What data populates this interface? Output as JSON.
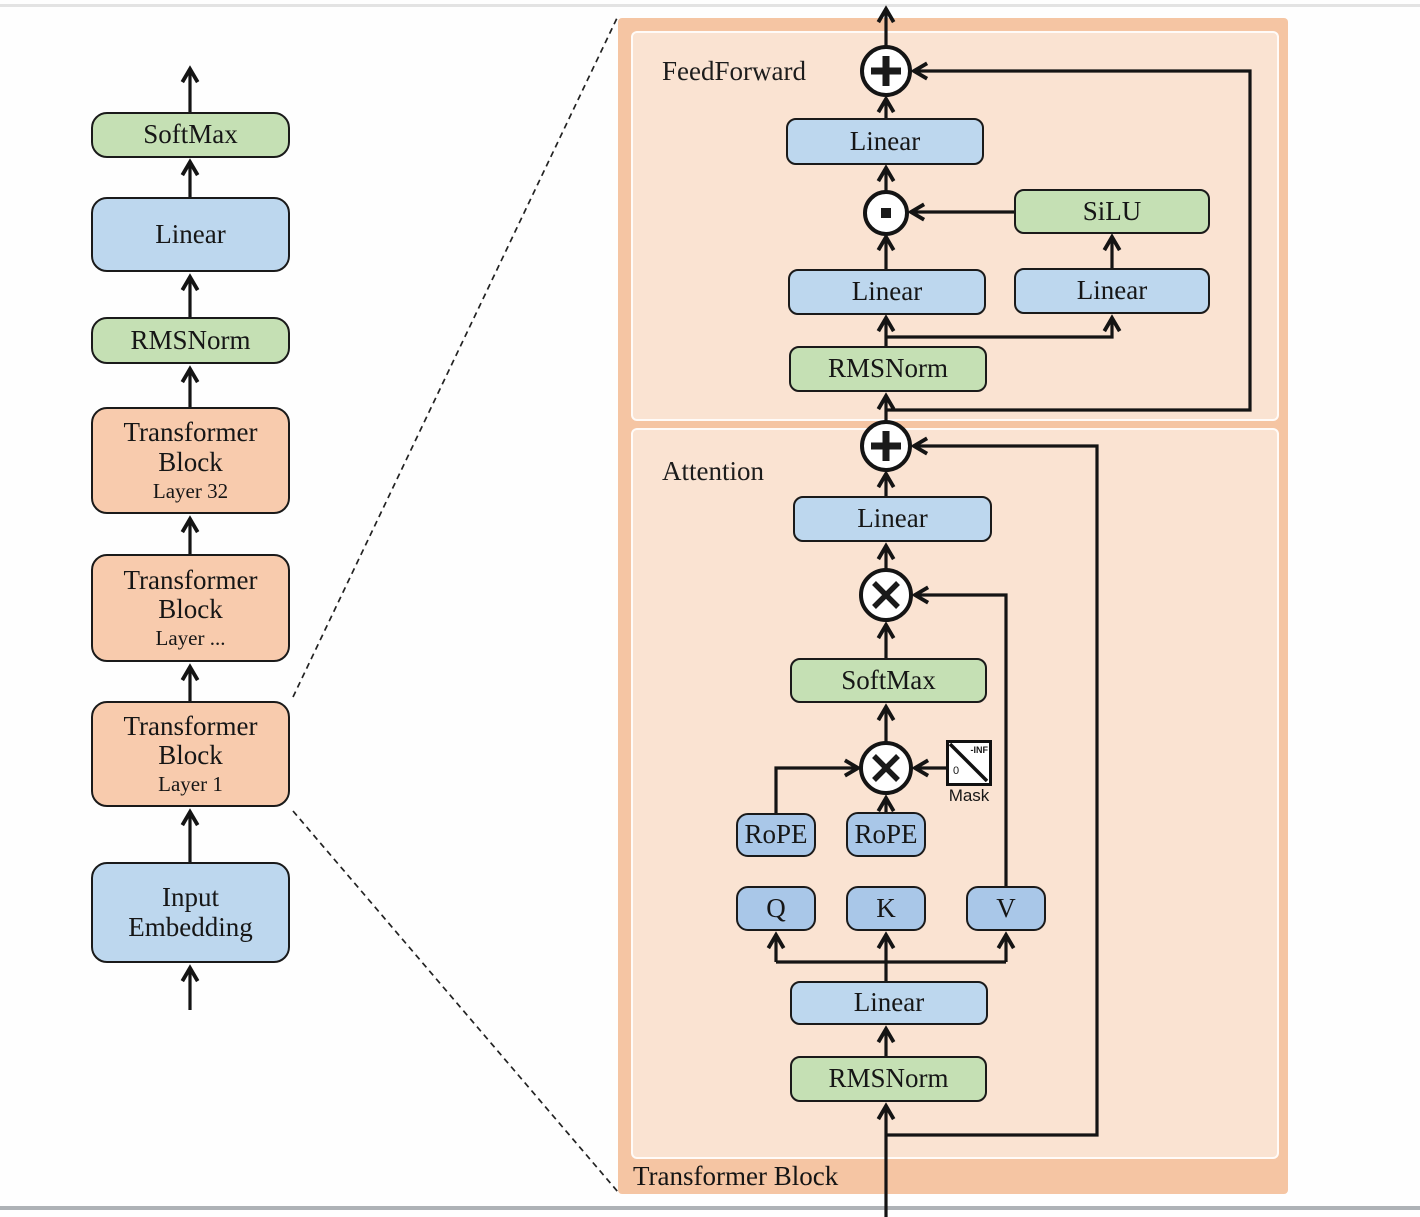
{
  "colors": {
    "block_orange": "#f8cbad",
    "panel_orange": "#f5c5a3",
    "panel_inner_peach": "#fae3d2",
    "block_blue": "#bdd7ee",
    "block_blue_dark": "#a9c7e8",
    "block_green": "#c5e0b4",
    "line_black": "#141414"
  },
  "left_column": {
    "softmax": "SoftMax",
    "linear": "Linear",
    "rmsnorm": "RMSNorm",
    "block_word1": "Transformer",
    "block_word2": "Block",
    "layer32": "Layer 32",
    "layer_dots": "Layer ...",
    "layer1": "Layer 1",
    "input1": "Input",
    "input2": "Embedding"
  },
  "panel": {
    "title": "Transformer Block",
    "feedforward": {
      "label": "FeedForward",
      "linear_out": "Linear",
      "silu": "SiLU",
      "linear_gate": "Linear",
      "linear_up": "Linear",
      "rmsnorm": "RMSNorm"
    },
    "attention": {
      "label": "Attention",
      "linear_out": "Linear",
      "softmax": "SoftMax",
      "mask_label": "Mask",
      "mask_inf": "-INF",
      "mask_zero": "0",
      "rope_q": "RoPE",
      "rope_k": "RoPE",
      "q": "Q",
      "k": "K",
      "v": "V",
      "linear_in": "Linear",
      "rmsnorm": "RMSNorm"
    }
  }
}
